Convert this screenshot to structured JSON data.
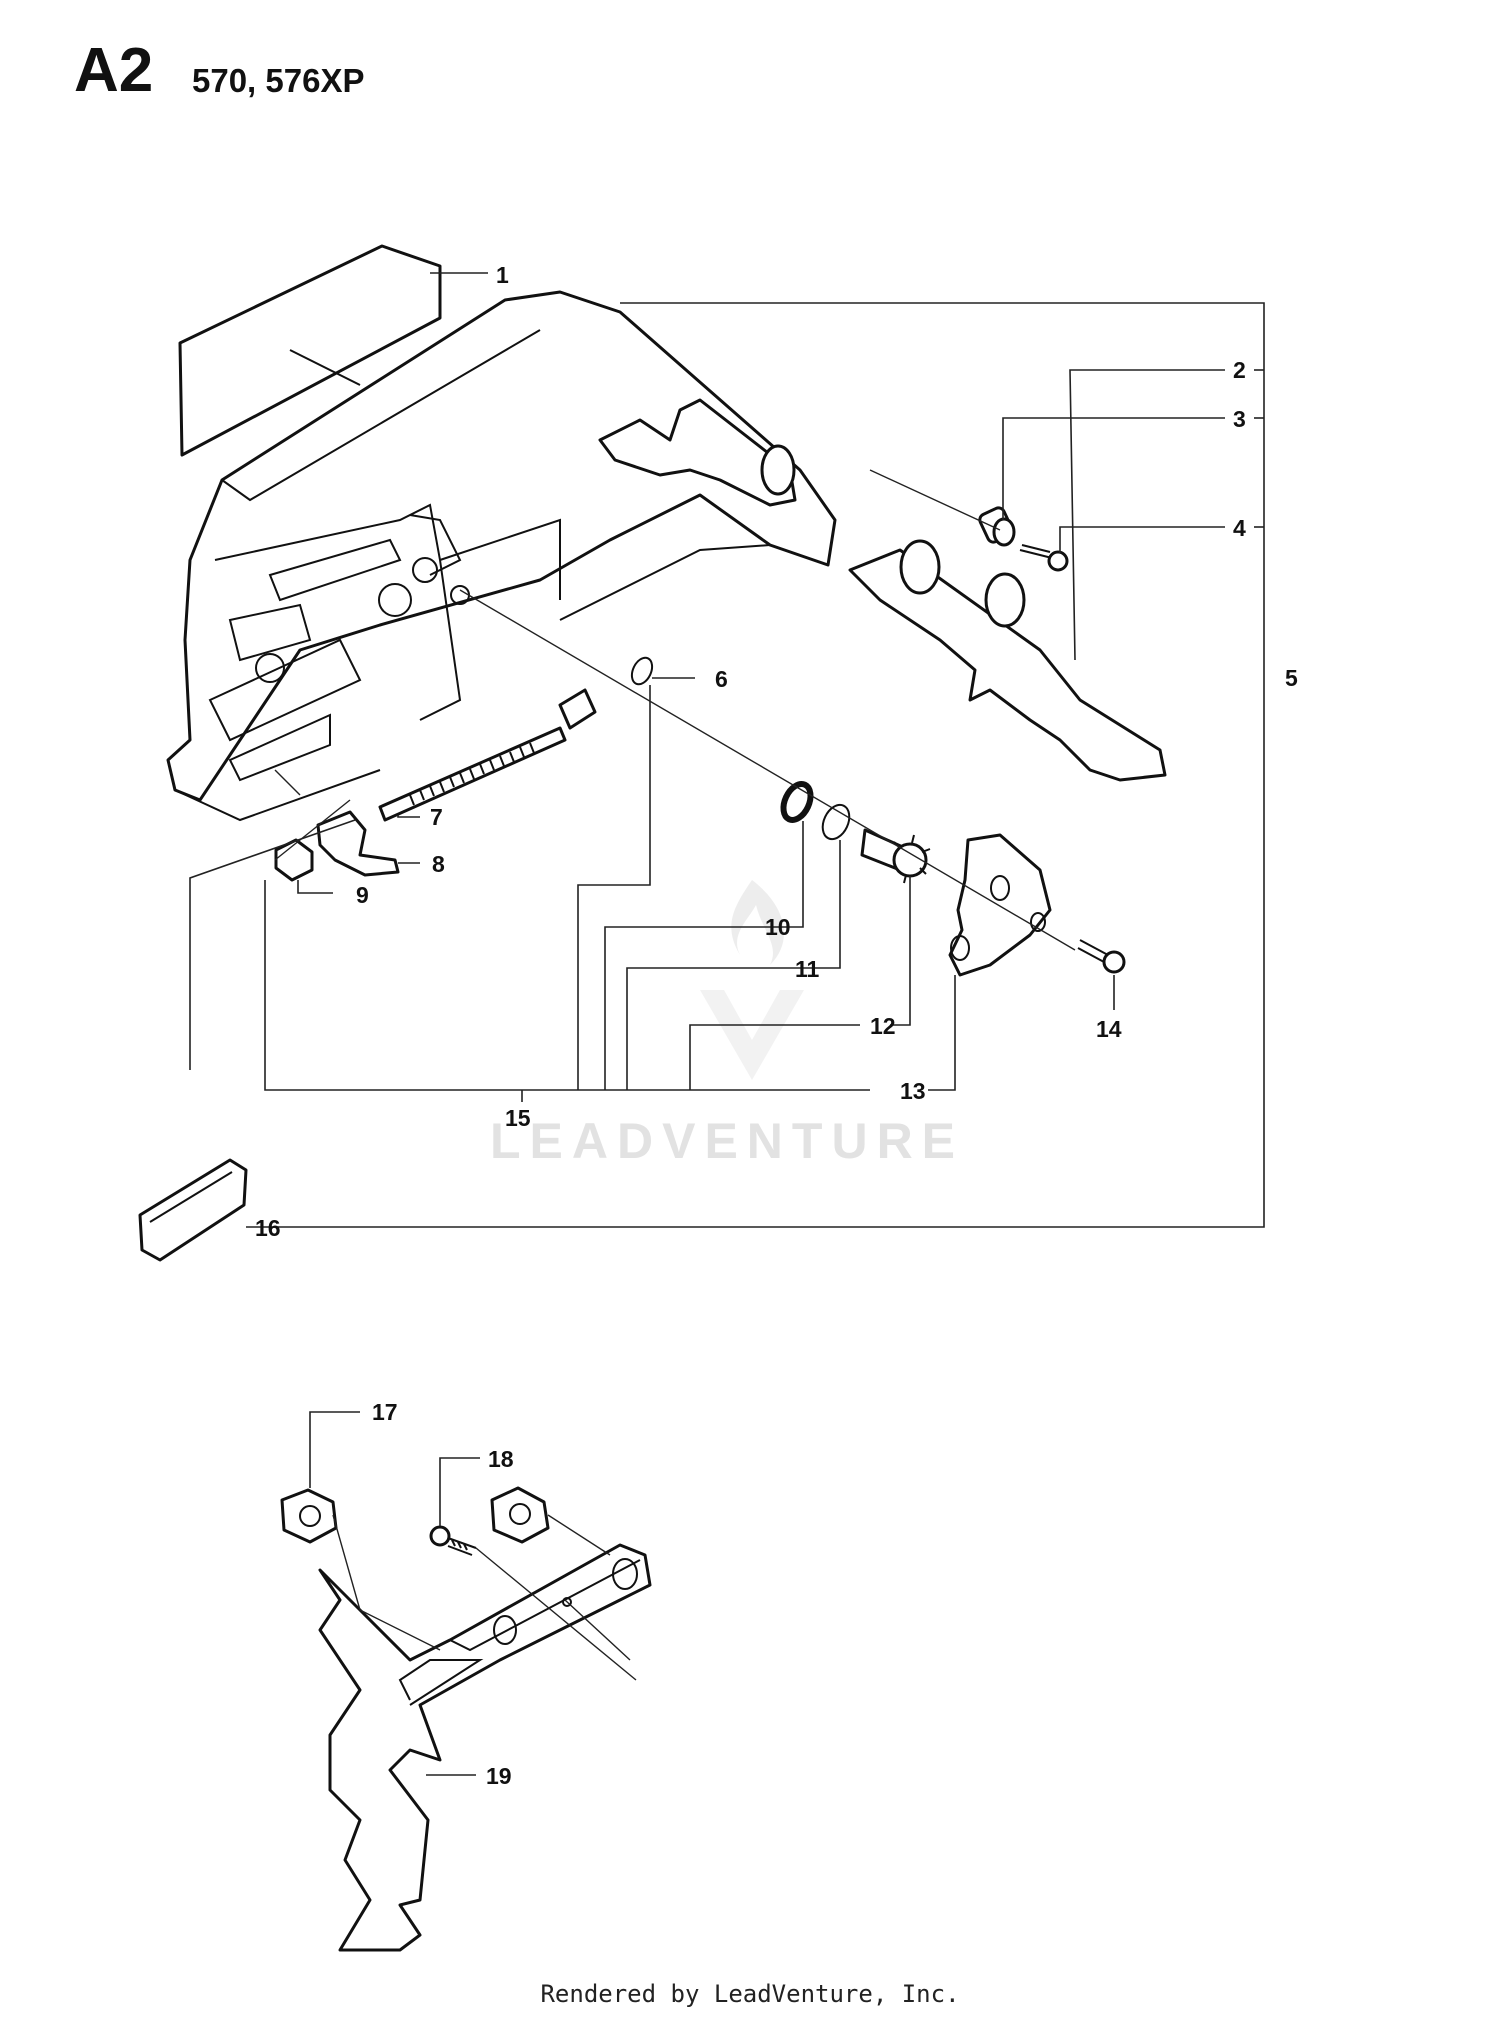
{
  "header": {
    "section_code": "A2",
    "models": "570, 576XP"
  },
  "callouts": [
    "1",
    "2",
    "3",
    "4",
    "5",
    "6",
    "7",
    "8",
    "9",
    "10",
    "11",
    "12",
    "13",
    "14",
    "15",
    "16",
    "17",
    "18",
    "19"
  ],
  "watermark": "LEADVENTURE",
  "footer": "Rendered by LeadVenture, Inc."
}
